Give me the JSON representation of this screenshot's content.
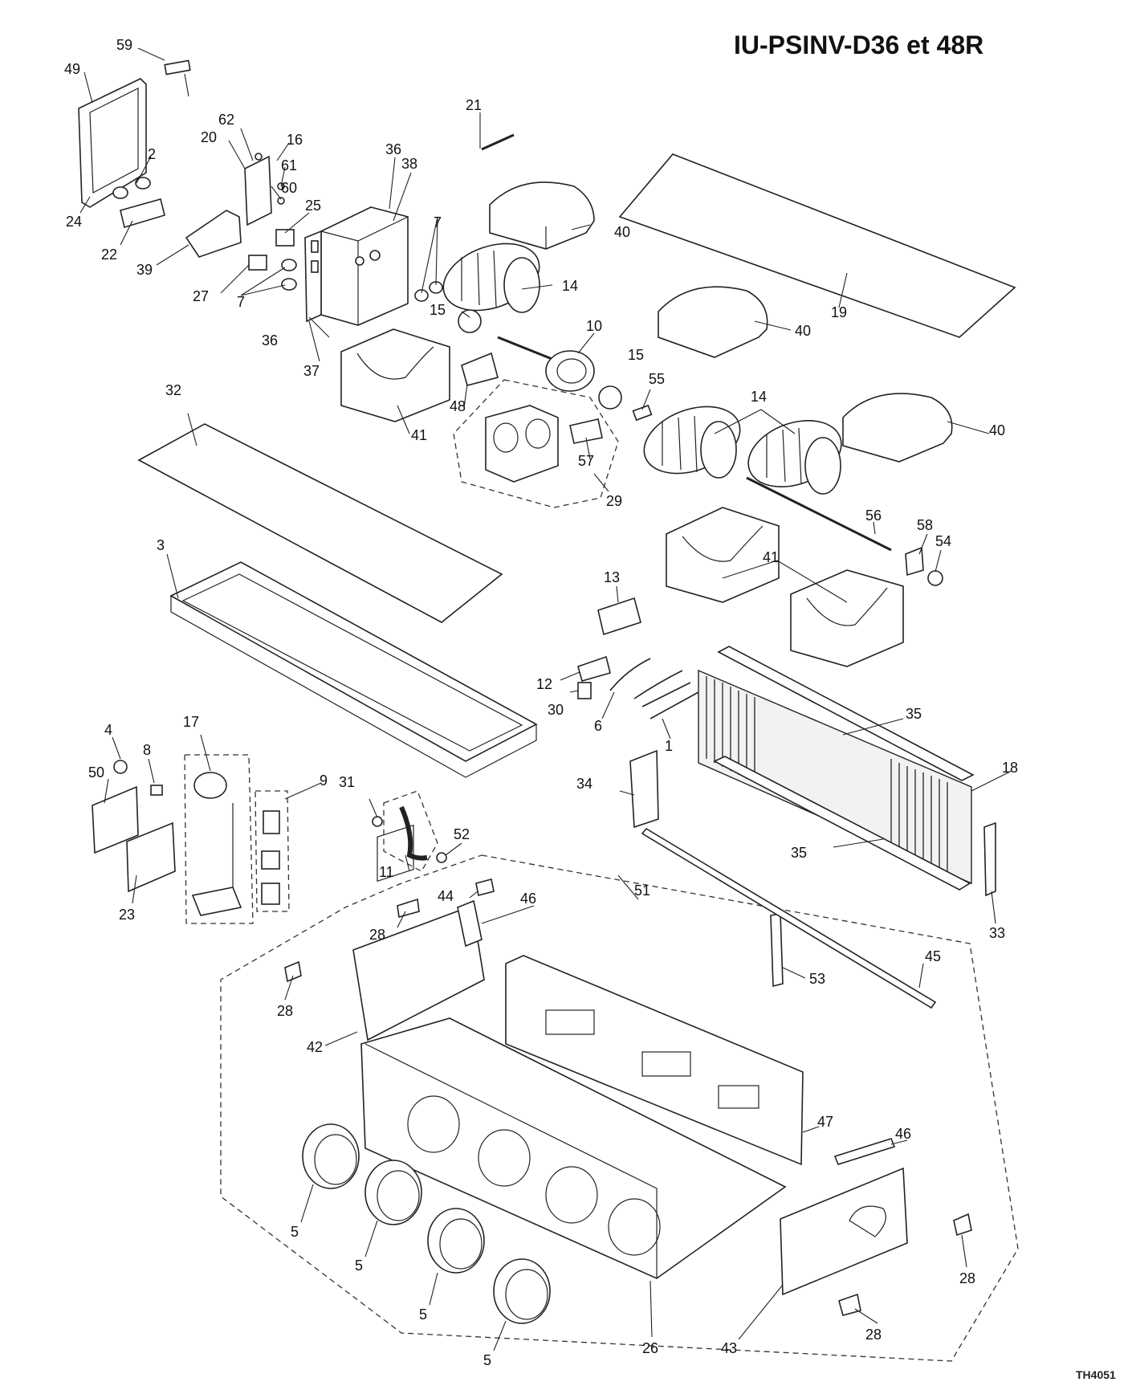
{
  "diagram": {
    "title": "IU-PSINV-D36 et 48R",
    "drawing_number": "TH4051",
    "callouts": [
      "59",
      "49",
      "62",
      "16",
      "20",
      "2",
      "61",
      "60",
      "24",
      "22",
      "25",
      "39",
      "27",
      "7",
      "36",
      "38",
      "21",
      "40",
      "14",
      "15",
      "10",
      "19",
      "37",
      "41",
      "48",
      "55",
      "32",
      "29",
      "57",
      "56",
      "58",
      "54",
      "3",
      "13",
      "12",
      "30",
      "6",
      "1",
      "35",
      "18",
      "4",
      "8",
      "17",
      "50",
      "9",
      "31",
      "34",
      "52",
      "11",
      "23",
      "44",
      "46",
      "51",
      "33",
      "28",
      "53",
      "45",
      "42",
      "47",
      "5",
      "43",
      "26"
    ]
  }
}
